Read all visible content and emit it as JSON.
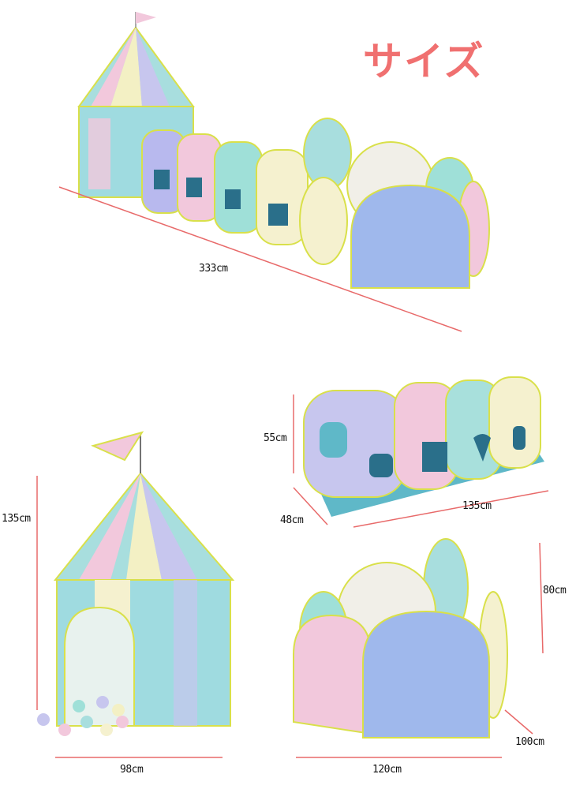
{
  "title": "サイズ",
  "colors": {
    "accent": "#f07070",
    "dimension_line": "#e86a6a",
    "trim": "#d9e04a"
  },
  "dimensions": {
    "full_length": "333cm",
    "tunnel_height": "55cm",
    "tunnel_width": "48cm",
    "tunnel_length": "135cm",
    "castle_height": "135cm",
    "castle_width": "98cm",
    "pool_height": "80cm",
    "pool_depth": "100cm",
    "pool_width": "120cm"
  }
}
